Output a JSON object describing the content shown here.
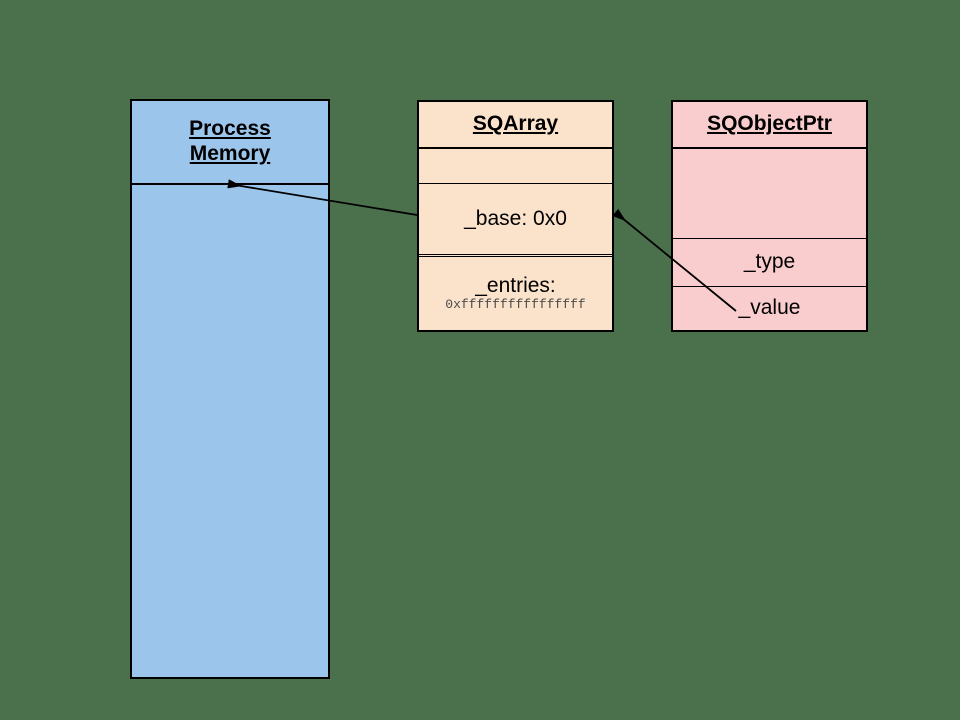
{
  "diagram": {
    "background_color": "#4a704c",
    "boxes": [
      {
        "id": "process-memory",
        "title_line1": "Process",
        "title_line2": "Memory",
        "fill_color": "#9cc5ec",
        "border_color": "#000000"
      },
      {
        "id": "sqarray",
        "title": "SQArray",
        "fill_color": "#fae2cb",
        "border_color": "#000000",
        "fields": {
          "blank": "",
          "base": "_base: 0x0",
          "entries_label": "_entries:",
          "entries_value": "0xffffffffffffffff"
        }
      },
      {
        "id": "sqobjectptr",
        "title": "SQObjectPtr",
        "fill_color": "#f9cdcd",
        "border_color": "#000000",
        "fields": {
          "blank": "",
          "type": "_type",
          "value": "_value"
        }
      }
    ],
    "connectors": [
      {
        "name": "sqarray-base-to-process-memory",
        "from": "SQArray._base",
        "to": "Process Memory",
        "arrow_at": "to"
      },
      {
        "name": "sqobjectptr-value-to-sqarray-base",
        "from": "SQObjectPtr._value",
        "to": "SQArray._base",
        "arrow_at": "to"
      }
    ]
  }
}
